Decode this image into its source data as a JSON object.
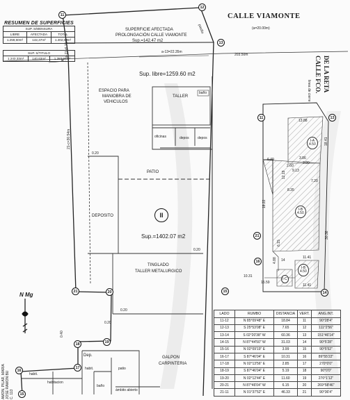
{
  "street_top": "CALLE VIAMONTE",
  "street_width": "(a=20.00m)",
  "street_side_1": "CALLE FCO.",
  "street_side_2": "DE LA RETA",
  "linea_cierre": "linea de cierre",
  "summary_mensura": {
    "title": "RESUMEN DE SUPERFICIES",
    "subtitle": "SUP. S/MENSURA",
    "headers": [
      "LIBRE",
      "AFECTADA",
      "TOTAL"
    ],
    "values": [
      "1.259,60m²",
      "142,47m²",
      "1.402,07m²"
    ]
  },
  "summary_titulo": {
    "subtitle": "SUP. S/TITULO",
    "values": [
      "1.243,33m²",
      "140,63m²",
      "1.383,96m²"
    ]
  },
  "labels": {
    "affected_1": "SUPERFICIE AFECTADA",
    "affected_2": "PROLONGACIÓN CALLE VIAMONTE",
    "affected_3": "Sup.=142.47 m2",
    "libre": "Sup. libre=1259.60 m2",
    "espacio_1": "ESPACIO PARA",
    "espacio_2": "MANIOBRA DE",
    "espacio_3": "VEHICULOS",
    "taller": "TALLER",
    "oficinas": "oficinas",
    "depos_1": "depos",
    "depos_2": "depos",
    "bano_1": "baño",
    "patio": "PATIO",
    "deposito": "DEPOSITO",
    "lot": "II",
    "sup_total": "Sup.=1402.07 m2",
    "tinglado_1": "TINGLADO",
    "tinglado_2": "TALLER METALURGICO",
    "galpon_1": "GALPON",
    "galpon_2": "CARPINTERIA",
    "dep": "Dep.",
    "habit_1": "habit.",
    "patio_small": "patio",
    "habit_2": "habit.",
    "habitacion": "habitacion",
    "bano_2": "baño",
    "ambito": "ámbito abierto",
    "north": "N Mg",
    "left_vertical": "21-c=30.54m",
    "left_top": "a-11=6.79m",
    "a13": "a-13=22.35m",
    "right_203": "203.50m",
    "a_label": "a",
    "dim_020_a": "0.20",
    "dim_020_b": "0.20",
    "dim_020_c": "0.20",
    "dim_020_d": "0.20",
    "dim_040": "0.40",
    "dim_pas": "pasillo",
    "owners_1": "AMON, PILAR, MARIA",
    "owners_2": "JOSE RAMON BU",
    "owners_3": "C. 113"
  },
  "markers": {
    "m11": "11",
    "m12": "12",
    "m13": "13",
    "m14": "14",
    "m15": "15",
    "m16": "16",
    "m17": "17",
    "m18": "18",
    "m19": "19",
    "m20": "20",
    "m21": "21",
    "k11": "11",
    "k13": "13",
    "k14": "14",
    "k15": "15",
    "k16": "16",
    "k21": "21"
  },
  "key_plan": {
    "lot_a": "I-A",
    "lot_a_v": "4.50",
    "lot_b": "I-B",
    "lot_b_v": "4.50",
    "lot_c": "I-B",
    "lot_c_v": "4.50",
    "lot_d": "I-C",
    "d1": "13.88",
    "d2": "9.13",
    "d3": "8.35",
    "d4": "7.20",
    "d5": "6.49",
    "d6": "12.19",
    "d7": "18.22",
    "d8": "18.41",
    "d9": "30.38",
    "d10": "6.15",
    "d11": "11.41",
    "d12": "11.41",
    "d13": "10.31",
    "d14": "15.59",
    "d15": "3.86",
    "d16": "2.60",
    "d17": "4.88",
    "d18": "14",
    "d19": "3.80"
  },
  "boundary_table": {
    "headers": [
      "LADO",
      "RUMBO",
      "DISTANCIA",
      "VERT.",
      "ANG.INT."
    ],
    "rows": [
      [
        "11-12",
        "N 85°09'48\" E",
        "18.84",
        "11",
        "90°28'4\""
      ],
      [
        "12-13",
        "S 25°53'08\" E",
        "7.65",
        "12",
        "111°2'56\""
      ],
      [
        "13-14",
        "S 02°20'38\" W",
        "60.36",
        "13",
        "151°46'14\""
      ],
      [
        "14-15",
        "N 87°44'50\" W",
        "31.03",
        "14",
        "90°5'28\""
      ],
      [
        "15-16",
        "N 02°09'19\" E",
        "3.99",
        "15",
        "90°5'52\""
      ],
      [
        "16-17",
        "S 87°46'04\" E",
        "10.31",
        "16",
        "89°55'22\""
      ],
      [
        "17-18",
        "N 02°13'56\" E",
        "2.85",
        "17",
        "270°0'0\""
      ],
      [
        "18-19",
        "S 87°46'04\" E",
        "5.19",
        "18",
        "90°0'0\""
      ],
      [
        "19-20",
        "N 02°12'44\" E",
        "11.60",
        "19",
        "270°1'12\""
      ],
      [
        "20-21",
        "N 87°46'04\" W",
        "6.15",
        "20",
        "269°58'46\""
      ],
      [
        "21-11",
        "N 01°37'52\" E",
        "46.33",
        "21",
        "90°36'4\""
      ]
    ]
  }
}
